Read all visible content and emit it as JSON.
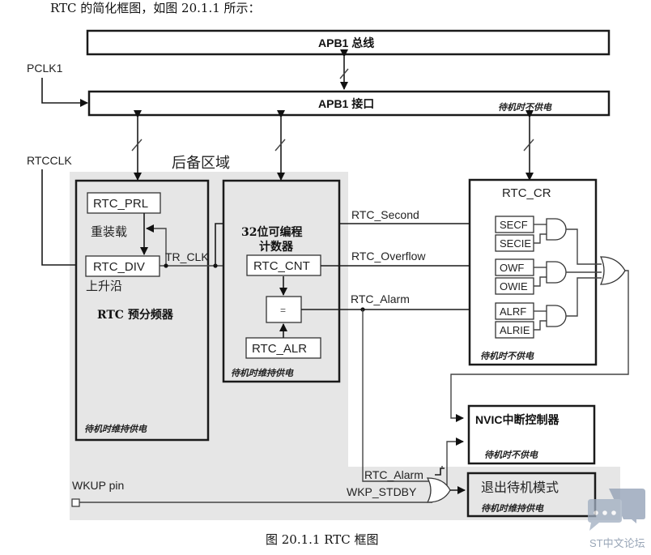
{
  "intro_text": "RTC 的简化框图，如图 20.1.1 所示：",
  "caption": "图 20.1.1 RTC 框图",
  "watermark": "ST中文论坛",
  "apb1_bus": "APB1 总线",
  "apb1_interface": "APB1 接口",
  "apb1_interface_note": "待机时不供电",
  "pclk1": "PCLK1",
  "rtcclk": "RTCCLK",
  "backup_domain": "后备区域",
  "prescaler": {
    "prl": "RTC_PRL",
    "reload": "重装载",
    "div": "RTC_DIV",
    "rising_edge": "上升沿",
    "title": "RTC 预分频器",
    "note": "待机时维持供电",
    "tr_clk": "TR_CLK"
  },
  "counter": {
    "title_line1": "32位可编程",
    "title_line2": "计数器",
    "cnt": "RTC_CNT",
    "compare": "=",
    "alr": "RTC_ALR",
    "note": "待机时维持供电"
  },
  "signals": {
    "second": "RTC_Second",
    "overflow": "RTC_Overflow",
    "alarm": "RTC_Alarm"
  },
  "rtc_cr": {
    "title": "RTC_CR",
    "flags": [
      "SECF",
      "SECIE",
      "OWF",
      "OWIE",
      "ALRF",
      "ALRIE"
    ],
    "note": "待机时不供电"
  },
  "nvic": {
    "title": "NVIC中断控制器",
    "note": "待机时不供电"
  },
  "standby_exit": {
    "title": "退出待机模式",
    "note": "待机时维持供电"
  },
  "wkup_pin": "WKUP pin",
  "wkp_stdby": "WKP_STDBY",
  "rtc_alarm_2": "RTC_Alarm"
}
